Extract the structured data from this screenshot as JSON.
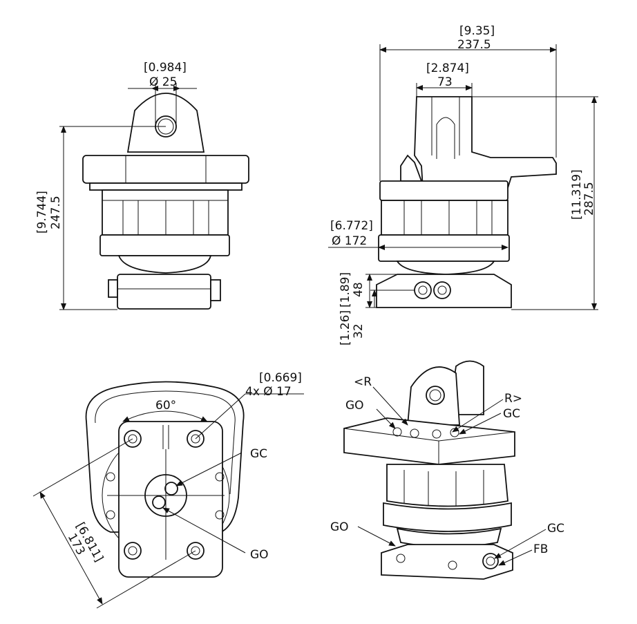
{
  "front_view": {
    "pin_dia_in": "[0.984]",
    "pin_dia_mm": "Ø 25",
    "height_in": "[9.744]",
    "height_mm": "247.5"
  },
  "side_view": {
    "width_in": "[9.35]",
    "width_mm": "237.5",
    "lug_in": "[2.874]",
    "lug_mm": "73",
    "height_in": "[11.319]",
    "height_mm": "287.5",
    "body_dia_in": "[6.772]",
    "body_dia_mm": "Ø 172",
    "base_h_in": "[1.89]",
    "base_h_mm": "48",
    "port_h_in": "[1.26]",
    "port_h_mm": "32"
  },
  "bottom_view": {
    "hole_dia_in": "[0.669]",
    "hole_dia_mm": "4x  Ø 17",
    "angle": "60°",
    "gc_label": "GC",
    "go_label": "GO",
    "diag_in": "[6.811]",
    "diag_mm": "173"
  },
  "iso_view": {
    "r_left": "<R",
    "r_right": "R>",
    "go_top": "GO",
    "gc_top": "GC",
    "go_bottom": "GO",
    "gc_bottom": "GC",
    "fb": "FB"
  }
}
